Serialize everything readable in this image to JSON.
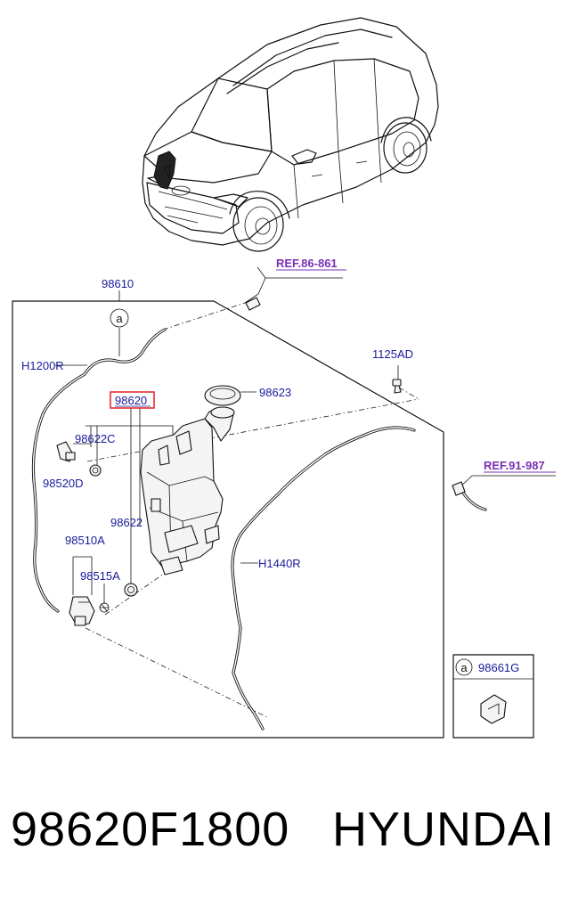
{
  "diagram": {
    "labels": {
      "frame_part": "98610",
      "ref_top": "REF.86-861",
      "ref_right": "REF.91-987",
      "hose_left": "H1200R",
      "bolt": "1125AD",
      "reservoir": "98620",
      "cap": "98623",
      "grommet_upper": "98622C",
      "nozzle_check": "98520D",
      "grommet_lower": "98622",
      "pump": "98510A",
      "pump_seal": "98515A",
      "hose_right": "H1440R",
      "callout": "a",
      "clip_callout": "a",
      "clip": "98661G"
    },
    "highlight_color": "#e02020",
    "label_color": "#1a1a9c",
    "ref_color": "#7a2fb5"
  },
  "footer": {
    "part_number": "98620F1800",
    "brand": "HYUNDAI"
  }
}
